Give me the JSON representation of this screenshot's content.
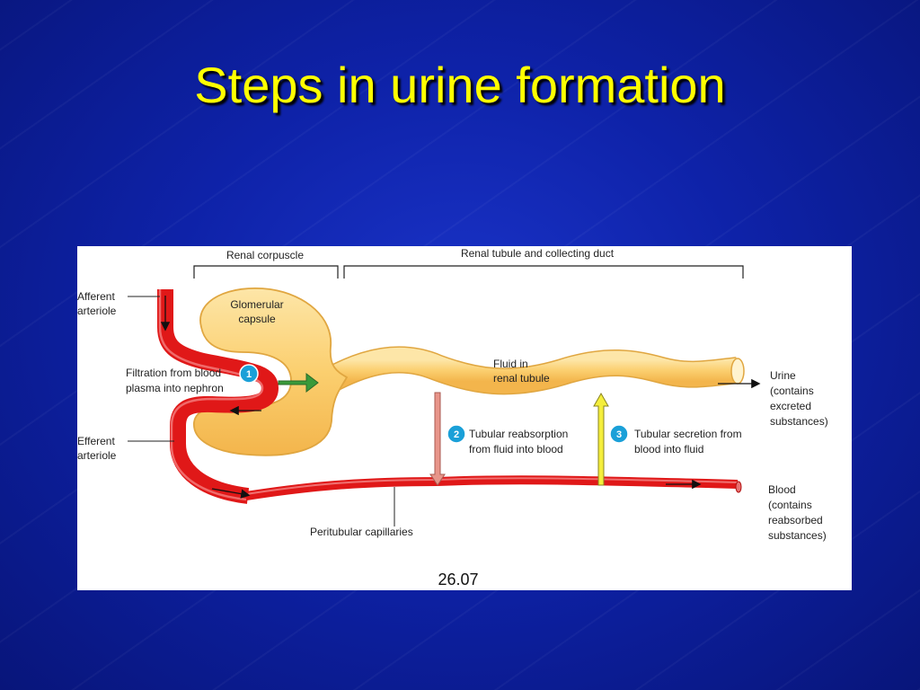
{
  "slide": {
    "title": "Steps in urine formation"
  },
  "figure": {
    "figure_number": "26.07",
    "brackets": {
      "renal_corpuscle": "Renal corpuscle",
      "renal_tubule": "Renal tubule and collecting duct"
    },
    "labels": {
      "afferent_line1": "Afferent",
      "afferent_line2": "arteriole",
      "efferent_line1": "Efferent",
      "efferent_line2": "arteriole",
      "glomerular_line1": "Glomerular",
      "glomerular_line2": "capsule",
      "fluid_line1": "Fluid in",
      "fluid_line2": "renal tubule",
      "peritubular": "Peritubular capillaries",
      "urine_line1": "Urine",
      "urine_line2": "(contains",
      "urine_line3": "excreted",
      "urine_line4": "substances)",
      "blood_line1": "Blood",
      "blood_line2": "(contains",
      "blood_line3": "reabsorbed",
      "blood_line4": "substances)"
    },
    "steps": [
      {
        "number": "1",
        "line1": "Filtration from blood",
        "line2": "plasma into nephron"
      },
      {
        "number": "2",
        "line1": "Tubular reabsorption",
        "line2": "from fluid into blood"
      },
      {
        "number": "3",
        "line1": "Tubular secretion from",
        "line2": "blood into fluid"
      }
    ],
    "colors": {
      "blood_vessel": "#e01818",
      "tubule": "#fbcf6f",
      "tubule_outline": "#e0a640",
      "step_badge": "#1aa0d8",
      "filtration_arrow": "#3a9a3a",
      "reabsorption_arrow": "#e8958a",
      "secretion_arrow": "#f4ee3c"
    }
  }
}
